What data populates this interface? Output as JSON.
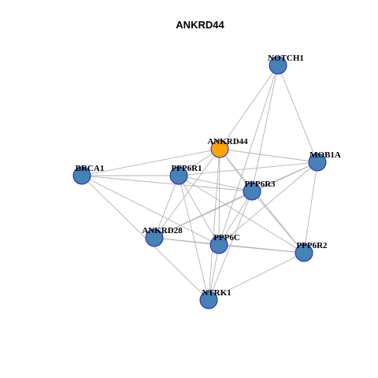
{
  "title": "ANKRD44",
  "colors": {
    "background": "#ffffff",
    "edge": "#b3b3b3",
    "node_fill": "#4682b4",
    "node_border": "#2323c8",
    "highlight_fill": "#ffa500"
  },
  "graph": {
    "highlight": "ANKRD44",
    "nodes": [
      {
        "id": "ANKRD44",
        "label": "ANKRD44"
      },
      {
        "id": "NOTCH1",
        "label": "NOTCH1"
      },
      {
        "id": "MOB1A",
        "label": "MOB1A"
      },
      {
        "id": "BRCA1",
        "label": "BRCA1"
      },
      {
        "id": "PPP6R1",
        "label": "PPP6R1"
      },
      {
        "id": "PPP6R3",
        "label": "PPP6R3"
      },
      {
        "id": "ANKRD28",
        "label": "ANKRD28"
      },
      {
        "id": "PPP6C",
        "label": "PPP6C"
      },
      {
        "id": "PPP6R2",
        "label": "PPP6R2"
      },
      {
        "id": "NTRK1",
        "label": "NTRK1"
      }
    ],
    "edges": [
      [
        "ANKRD44",
        "NOTCH1"
      ],
      [
        "ANKRD44",
        "BRCA1"
      ],
      [
        "ANKRD44",
        "MOB1A"
      ],
      [
        "ANKRD44",
        "PPP6R1"
      ],
      [
        "ANKRD44",
        "PPP6R3"
      ],
      [
        "ANKRD44",
        "PPP6C"
      ],
      [
        "ANKRD44",
        "PPP6R2"
      ],
      [
        "ANKRD44",
        "ANKRD28"
      ],
      [
        "ANKRD44",
        "NTRK1"
      ],
      [
        "NOTCH1",
        "MOB1A"
      ],
      [
        "NOTCH1",
        "PPP6R3"
      ],
      [
        "NOTCH1",
        "PPP6C"
      ],
      [
        "MOB1A",
        "PPP6R1"
      ],
      [
        "MOB1A",
        "PPP6R3"
      ],
      [
        "MOB1A",
        "PPP6C"
      ],
      [
        "MOB1A",
        "PPP6R2"
      ],
      [
        "MOB1A",
        "ANKRD28"
      ],
      [
        "BRCA1",
        "PPP6R1"
      ],
      [
        "BRCA1",
        "PPP6R3"
      ],
      [
        "BRCA1",
        "PPP6C"
      ],
      [
        "BRCA1",
        "NTRK1"
      ],
      [
        "PPP6R1",
        "PPP6R3"
      ],
      [
        "PPP6R1",
        "ANKRD28"
      ],
      [
        "PPP6R1",
        "PPP6C"
      ],
      [
        "PPP6R1",
        "PPP6R2"
      ],
      [
        "PPP6R1",
        "NTRK1"
      ],
      [
        "PPP6R3",
        "ANKRD28"
      ],
      [
        "PPP6R3",
        "PPP6C"
      ],
      [
        "PPP6R3",
        "PPP6R2"
      ],
      [
        "PPP6R3",
        "NTRK1"
      ],
      [
        "ANKRD28",
        "PPP6C"
      ],
      [
        "ANKRD28",
        "PPP6R2"
      ],
      [
        "PPP6C",
        "PPP6R2"
      ],
      [
        "PPP6C",
        "NTRK1"
      ],
      [
        "PPP6R2",
        "NTRK1"
      ]
    ]
  }
}
